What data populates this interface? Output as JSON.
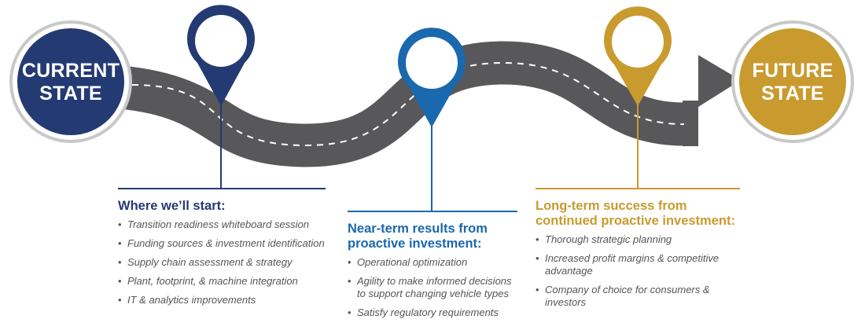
{
  "colors": {
    "navy": "#243a73",
    "blue": "#1a68ae",
    "gold": "#c99a2e",
    "road": "#58585a",
    "grey_ring": "#c8c8c8",
    "bullet_text": "#555555"
  },
  "current_state": {
    "line1": "CURRENT",
    "line2": "STATE"
  },
  "future_state": {
    "line1": "FUTURE",
    "line2": "STATE"
  },
  "stages": [
    {
      "title": "Where we’ll start:",
      "items": [
        "Transition readiness whiteboard session",
        "Funding sources & investment identification",
        "Supply chain assessment & strategy",
        "Plant, footprint, & machine integration",
        "IT & analytics improvements"
      ]
    },
    {
      "title_line1": "Near-term results from",
      "title_line2": "proactive investment:",
      "items": [
        "Operational optimization",
        "Agility to make informed decisions",
        "to support changing vehicle types",
        "Satisfy regulatory requirements"
      ]
    },
    {
      "title_line1": "Long-term success from",
      "title_line2": "continued proactive investment:",
      "items": [
        "Thorough strategic planning",
        "Increased profit margins & competitive advantage",
        "Company of choice for consumers & investors"
      ]
    }
  ]
}
